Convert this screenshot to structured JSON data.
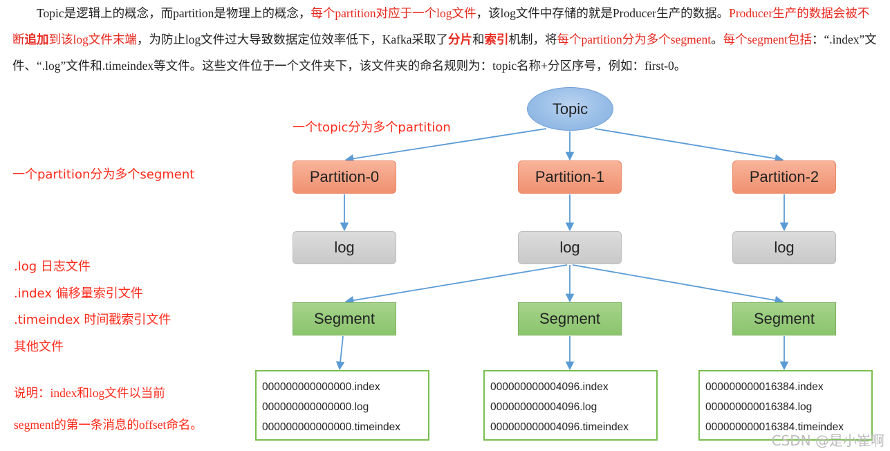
{
  "intro": {
    "s1": "Topic是逻辑上的概念，而partition是物理上的概念，",
    "s2": "每个partition对应于一个log文件",
    "s3": "，该log文件中存储的就是Producer生产的数据。",
    "s4": "Producer生产的数据会被不断",
    "s5": "追加",
    "s6": "到该log文件末端",
    "s7": "，为防止log文件过大导致数据定位效率低下，Kafka采取了",
    "s8": "分片",
    "s9": "和",
    "s10": "索引",
    "s11": "机制，将",
    "s12": "每个partition分为多个segment",
    "s13": "。",
    "s14": "每个segment包括",
    "s15": "：“.index”文件、“.log”文件和.timeindex等文件。这些文件位于一个文件夹下，该文件夹的命名规则为：topic名称+分区序号，例如：first-0。"
  },
  "notes": {
    "topic_split": "一个topic分为多个partition",
    "partition_split": "一个partition分为多个segment",
    "file_types": [
      ".log  日志文件",
      ".index 偏移量索引文件",
      ".timeindex 时间戳索引文件",
      "其他文件"
    ],
    "explain": [
      "说明：index和log文件以当前",
      "segment的第一条消息的offset命名。"
    ]
  },
  "diagram": {
    "topic": "Topic",
    "partitions": [
      "Partition-0",
      "Partition-1",
      "Partition-2"
    ],
    "log_label": "log",
    "segment_label": "Segment",
    "segment_files": [
      [
        "000000000000000.index",
        "000000000000000.log",
        "000000000000000.timeindex"
      ],
      [
        "000000000004096.index",
        "000000000004096.log",
        "000000000004096.timeindex"
      ],
      [
        "000000000016384.index",
        "000000000016384.log",
        "000000000016384.timeindex"
      ]
    ]
  },
  "colors": {
    "annotation_red": "#ff2a1a",
    "arrow_blue": "#5b9bd5",
    "topic_fill": "#9dc3e6",
    "partition_fill": "#f4a582",
    "log_fill": "#d0d0d0",
    "segment_fill": "#92c87a",
    "files_border": "#79bf4f"
  },
  "watermark": "CSDN @是小崔啊"
}
